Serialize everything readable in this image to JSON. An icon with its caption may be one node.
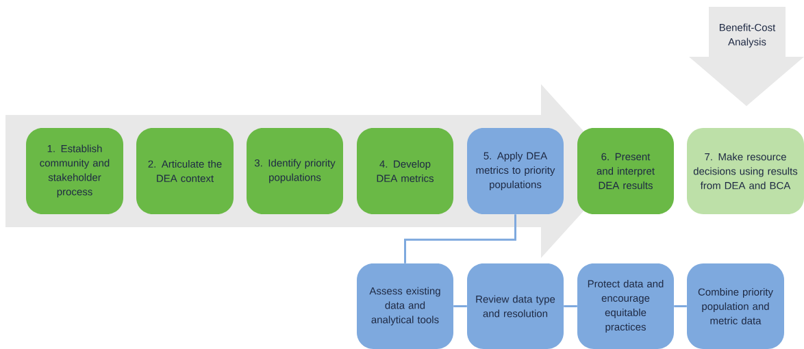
{
  "diagram": {
    "nodes": [
      {
        "text": [
          "1. Establish community and stakeholder process"
        ]
      },
      {
        "text": [
          "2. Articulate the DEA context"
        ]
      },
      {
        "text": [
          "3. Identify priority populations"
        ]
      },
      {
        "text": [
          "4. Develop DEA metrics"
        ]
      },
      {
        "text": [
          "5. Apply DEA metrics to priority populations"
        ]
      },
      {
        "text": [
          "6. Present and interpret DEA results"
        ]
      },
      {
        "text": [
          "7. Make resource decisions using results from DEA and BCA"
        ]
      },
      {
        "text": [
          "Benefit-Cost Analysis"
        ]
      },
      {
        "text": [
          "Assess existing data and analytical tools"
        ]
      },
      {
        "text": [
          "Review data type and resolution"
        ]
      },
      {
        "text": [
          "Protect data and encourage equitable practices"
        ]
      },
      {
        "text": [
          "Combine priority population and metric data"
        ]
      }
    ],
    "edges": [
      {
        "from": 4,
        "to": 8,
        "arrow": "none"
      },
      {
        "from": 8,
        "to": 9,
        "arrow": "none"
      },
      {
        "from": 9,
        "to": 10,
        "arrow": "none"
      },
      {
        "from": 10,
        "to": 11,
        "arrow": "none"
      }
    ]
  }
}
